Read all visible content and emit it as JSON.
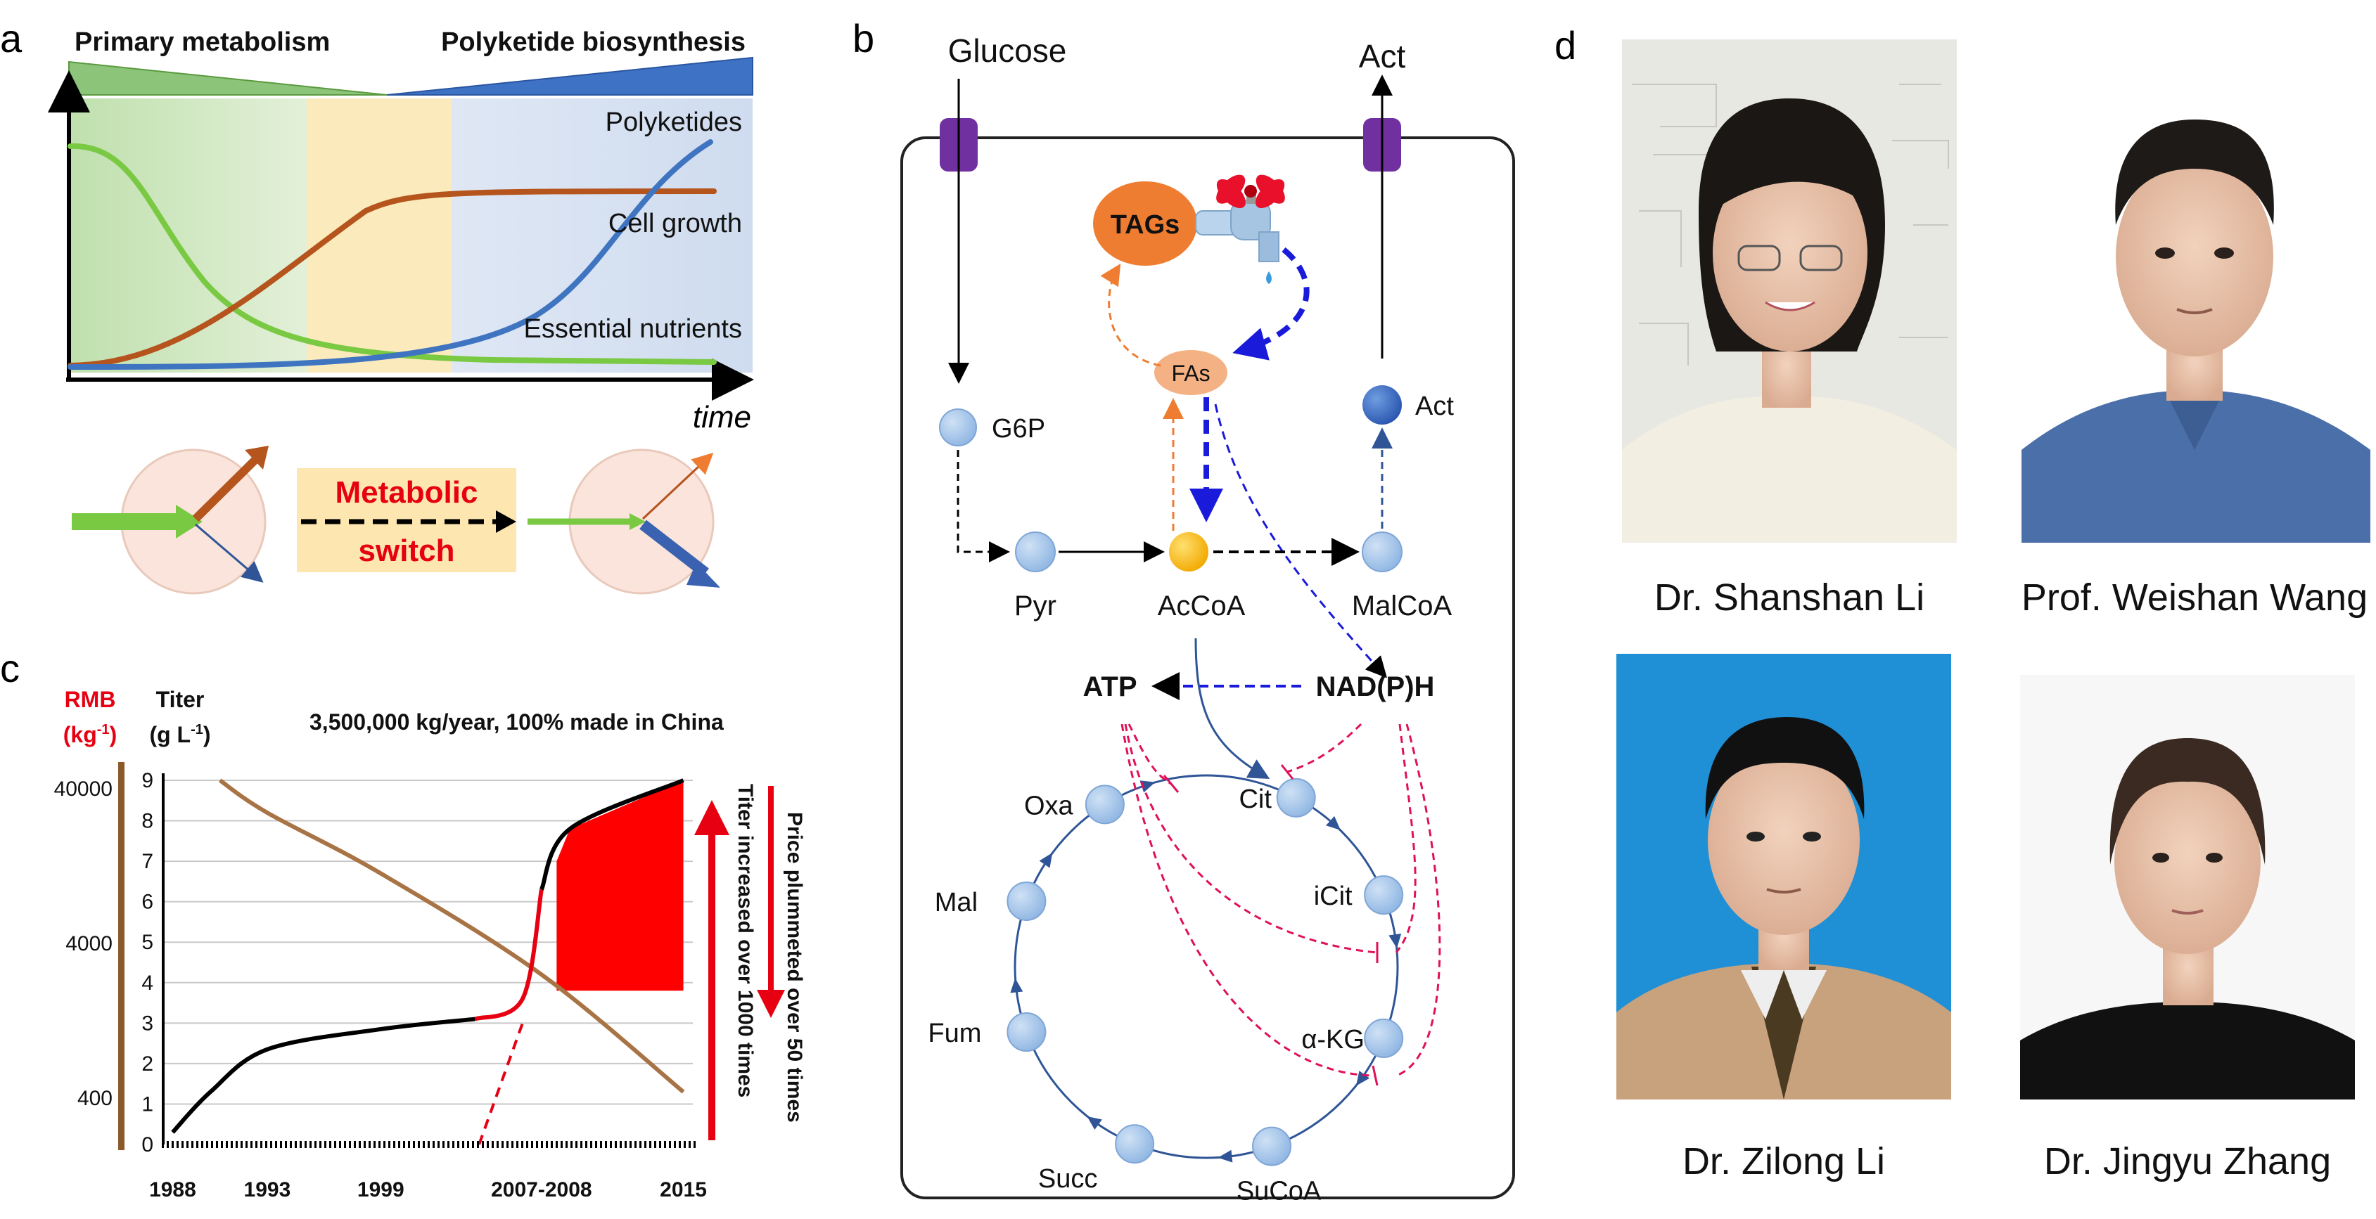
{
  "panel_a": {
    "letter": "a",
    "label_primary": "Primary metabolism",
    "label_polyketide": "Polyketide biosynthesis",
    "curve_polyketides": "Polyketides",
    "curve_cell_growth": "Cell growth",
    "curve_nutrients": "Essential nutrients",
    "axis_time": "time",
    "switch_line1": "Metabolic",
    "switch_line2": "switch",
    "colors": {
      "green": "#7ac943",
      "brown": "#b5541c",
      "blue": "#3f74c0",
      "red": "#e60012"
    }
  },
  "panel_b": {
    "letter": "b",
    "glucose": "Glucose",
    "act_out": "Act",
    "tags": "TAGs",
    "fas": "FAs",
    "g6p": "G6P",
    "act": "Act",
    "pyr": "Pyr",
    "accoa": "AcCoA",
    "malcoa": "MalCoA",
    "atp": "ATP",
    "nadph": "NAD(P)H",
    "tca": [
      "Oxa",
      "Cit",
      "iCit",
      "α-KG",
      "SuCoA",
      "Succ",
      "Fum",
      "Mal"
    ]
  },
  "panel_c": {
    "letter": "c",
    "rmb_line1": "RMB",
    "rmb_line2": "(kg",
    "rmb_sup": "-1",
    "rmb_close": ")",
    "titer_line1": "Titer",
    "titer_line2": "(g L",
    "titer_sup": "-1",
    "titer_close": ")",
    "headline": "3,500,000 kg/year, 100% made in China",
    "price_note": "Price plummeted over 50 times",
    "titer_note": "Titer increased over 1000 times",
    "rmb_ticks": [
      "40000",
      "4000",
      "400"
    ],
    "titer_ticks": [
      "0",
      "1",
      "2",
      "3",
      "4",
      "5",
      "6",
      "7",
      "8",
      "9"
    ],
    "year_ticks": [
      "1988",
      "1993",
      "1999",
      "2007-2008",
      "2015"
    ]
  },
  "chart_data": {
    "type": "line",
    "xlabel": "",
    "ylabel": "Titer (g L-1)",
    "ylim": [
      0,
      9
    ],
    "secondary_ylabel": "RMB (kg-1)",
    "secondary_ticks": [
      400,
      4000,
      40000
    ],
    "series": [
      {
        "values": [
          [
            1988,
            0.3
          ],
          [
            1990,
            1.3
          ],
          [
            1993,
            2.35
          ],
          [
            1999,
            2.85
          ],
          [
            2004,
            3.1
          ],
          [
            2006.5,
            3.6
          ],
          [
            2007.5,
            6.3
          ],
          [
            2009,
            7.8
          ],
          [
            2015,
            9.0
          ]
        ]
      },
      {
        "values": [
          [
            1990.5,
            9.0
          ],
          [
            1993,
            8.2
          ],
          [
            1999,
            6.7
          ],
          [
            2007.5,
            4.2
          ],
          [
            2015,
            1.3
          ]
        ]
      }
    ],
    "grid": true
  },
  "panel_d": {
    "letter": "d",
    "people": [
      {
        "name": "Dr. Shanshan Li"
      },
      {
        "name": "Prof. Weishan Wang"
      },
      {
        "name": "Dr. Zilong Li"
      },
      {
        "name": "Dr. Jingyu Zhang"
      }
    ]
  }
}
